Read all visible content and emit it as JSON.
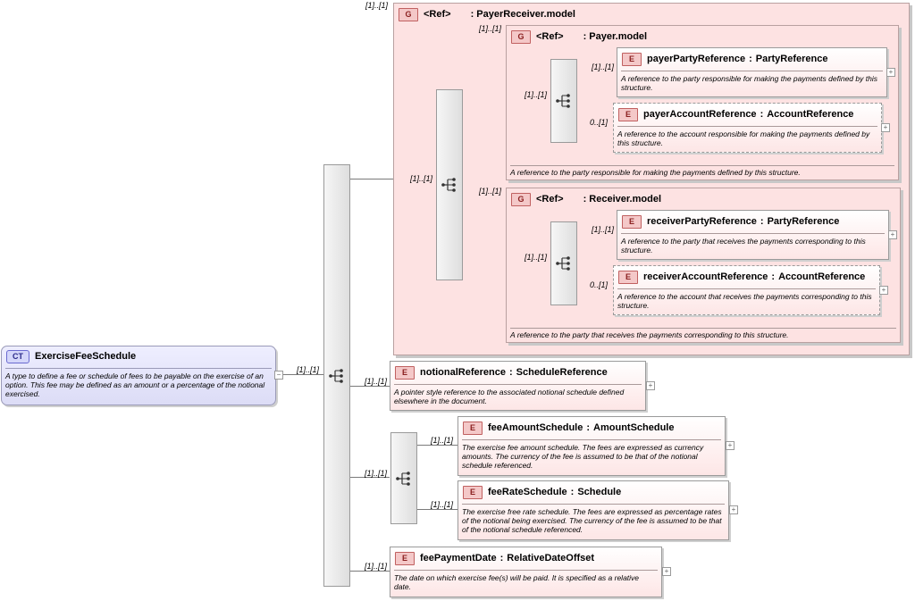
{
  "complex_type": {
    "badge": "CT",
    "name": "ExerciseFeeSchedule",
    "description": "A type to define a fee or schedule of fees to be payable on the exercise of an option. This fee may be defined as an amount or a percentage of the notional exercised.",
    "cardinality": "[1]..[1]"
  },
  "payer_receiver": {
    "badge": "G",
    "ref": "<Ref>",
    "name": ": PayerReceiver.model",
    "cardinality": "[1]..[1]",
    "sequence_cardinality": "[1]..[1]",
    "payer": {
      "badge": "G",
      "ref": "<Ref>",
      "name": ": Payer.model",
      "cardinality": "[1]..[1]",
      "sequence_cardinality": "[1]..[1]",
      "description": "A reference to the party responsible for making the payments defined by this structure.",
      "party": {
        "badge": "E",
        "name": "payerPartyReference",
        "type": "PartyReference",
        "cardinality": "[1]..[1]",
        "description": "A reference to the party responsible for making the payments defined by this structure."
      },
      "account": {
        "badge": "E",
        "name": "payerAccountReference",
        "type": "AccountReference",
        "cardinality": "0..[1]",
        "description": "A reference to the account responsible for making the payments defined by this structure."
      }
    },
    "receiver": {
      "badge": "G",
      "ref": "<Ref>",
      "name": ": Receiver.model",
      "cardinality": "[1]..[1]",
      "sequence_cardinality": "[1]..[1]",
      "description": "A reference to the party that receives the payments corresponding to this structure.",
      "party": {
        "badge": "E",
        "name": "receiverPartyReference",
        "type": "PartyReference",
        "cardinality": "[1]..[1]",
        "description": "A reference to the party that receives the payments corresponding to this structure."
      },
      "account": {
        "badge": "E",
        "name": "receiverAccountReference",
        "type": "AccountReference",
        "cardinality": "0..[1]",
        "description": "A reference to the account that receives the payments corresponding to this structure."
      }
    }
  },
  "notional_reference": {
    "badge": "E",
    "name": "notionalReference",
    "type": "ScheduleReference",
    "cardinality": "[1]..[1]",
    "description": "A pointer style reference to the associated notional schedule defined elsewhere in the document."
  },
  "choice_cardinality": "[1]..[1]",
  "fee_amount_schedule": {
    "badge": "E",
    "name": "feeAmountSchedule",
    "type": "AmountSchedule",
    "cardinality": "[1]..[1]",
    "description": "The exercise fee amount schedule. The fees are expressed as currency amounts. The currency of the fee is assumed to be that of the notional schedule referenced."
  },
  "fee_rate_schedule": {
    "badge": "E",
    "name": "feeRateSchedule",
    "type": "Schedule",
    "cardinality": "[1]..[1]",
    "description": "The exercise free rate schedule. The fees are expressed as percentage rates of the notional being exercised. The currency of the fee is assumed to be that of the notional schedule referenced."
  },
  "fee_payment_date": {
    "badge": "E",
    "name": "feePaymentDate",
    "type": "RelativeDateOffset",
    "cardinality": "[1]..[1]",
    "description": "The date on which exercise fee(s) will be paid. It is specified as a relative date."
  },
  "icons": {
    "expand": "+",
    "collapse": "−",
    "sequence": "sequence-icon"
  },
  "colors": {
    "element_fill": "#fde6e6",
    "group_fill": "#fde2e2",
    "complex_type_fill": "#dcdcf6",
    "badge_border": "#c06060"
  }
}
